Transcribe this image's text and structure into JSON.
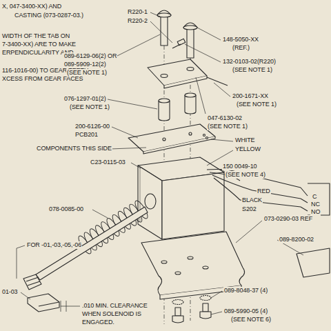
{
  "diagram": {
    "labels": [
      "X, 047-3400-XX) AND",
      "CASTING (073-0287-03.)",
      "WIDTH OF THE TAB ON",
      "7-3400-XX) ARE TO MAKE",
      "ERPENDICULARITY AND",
      "116-1016-00) TO GEAR TEETH",
      "XCESS FROM GEAR FACES",
      "R220-1",
      "R220-2",
      "148-5050-XX",
      "(REF.)",
      "089-6129-06(2) OR",
      "089-5909-12(2)",
      "(SEE NOTE 1)",
      "132-0103-02(R220)",
      "(SEE NOTE 1)",
      "076-1297-01(2)",
      "(SEE NOTE 1)",
      "200-1671-XX",
      "(SEE NOTE 1)",
      "047-6130-02",
      "(SEE NOTE 1)",
      "200-6126-00",
      "PCB201",
      "COMPONENTS THIS SIDE",
      "WHITE",
      "YELLOW",
      "C23-0115-03",
      "150 0049-10",
      "(SEE NOTE 4)",
      "RED",
      "BLACK",
      "S202",
      "C",
      "NC",
      "NO",
      "078-0085-00",
      "FOR -01,-03,-05,-06",
      "089-8200-02",
      "073-0290-03 REF",
      "01-03",
      ".010 MIN. CLEARANCE",
      "WHEN SOLENOID IS",
      "ENGAGED.",
      "089-8048-37 (4)",
      "089-5990-05 (4)",
      "(SEE NOTE 6)"
    ]
  }
}
